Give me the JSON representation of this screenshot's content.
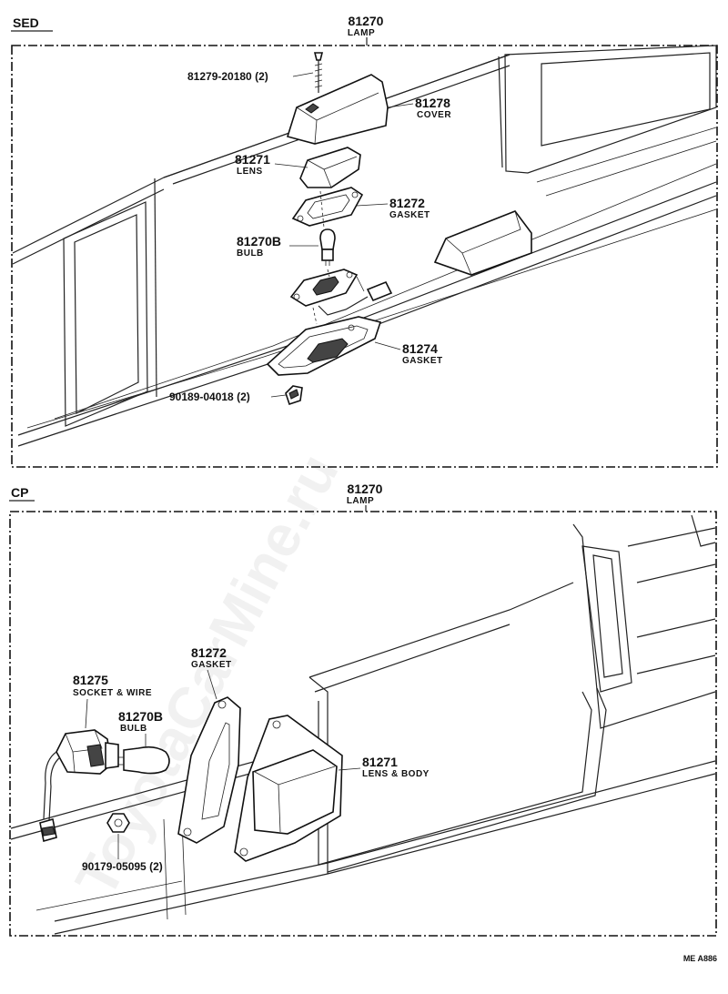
{
  "sections": {
    "sed": {
      "tag": "SED",
      "title_number": "81270",
      "title_label": "LAMP",
      "parts": {
        "screw": {
          "number": "81279-20180 (2)"
        },
        "cover": {
          "number": "81278",
          "label": "COVER"
        },
        "lens": {
          "number": "81271",
          "label": "LENS"
        },
        "gasket_top": {
          "number": "81272",
          "label": "GASKET"
        },
        "bulb": {
          "number": "81270B",
          "label": "BULB"
        },
        "gasket_bottom": {
          "number": "81274",
          "label": "GASKET"
        },
        "nut": {
          "number": "90189-04018 (2)"
        }
      }
    },
    "cp": {
      "tag": "CP",
      "title_number": "81270",
      "title_label": "LAMP",
      "parts": {
        "gasket": {
          "number": "81272",
          "label": "GASKET"
        },
        "socket": {
          "number": "81275",
          "label": "SOCKET & WIRE"
        },
        "bulb": {
          "number": "81270B",
          "label": "BULB"
        },
        "lens_body": {
          "number": "81271",
          "label": "LENS & BODY"
        },
        "nut": {
          "number": "90179-05095 (2)"
        }
      }
    }
  },
  "footer_code": "ME  A886",
  "watermark": "ToyotaCarMine.ru"
}
